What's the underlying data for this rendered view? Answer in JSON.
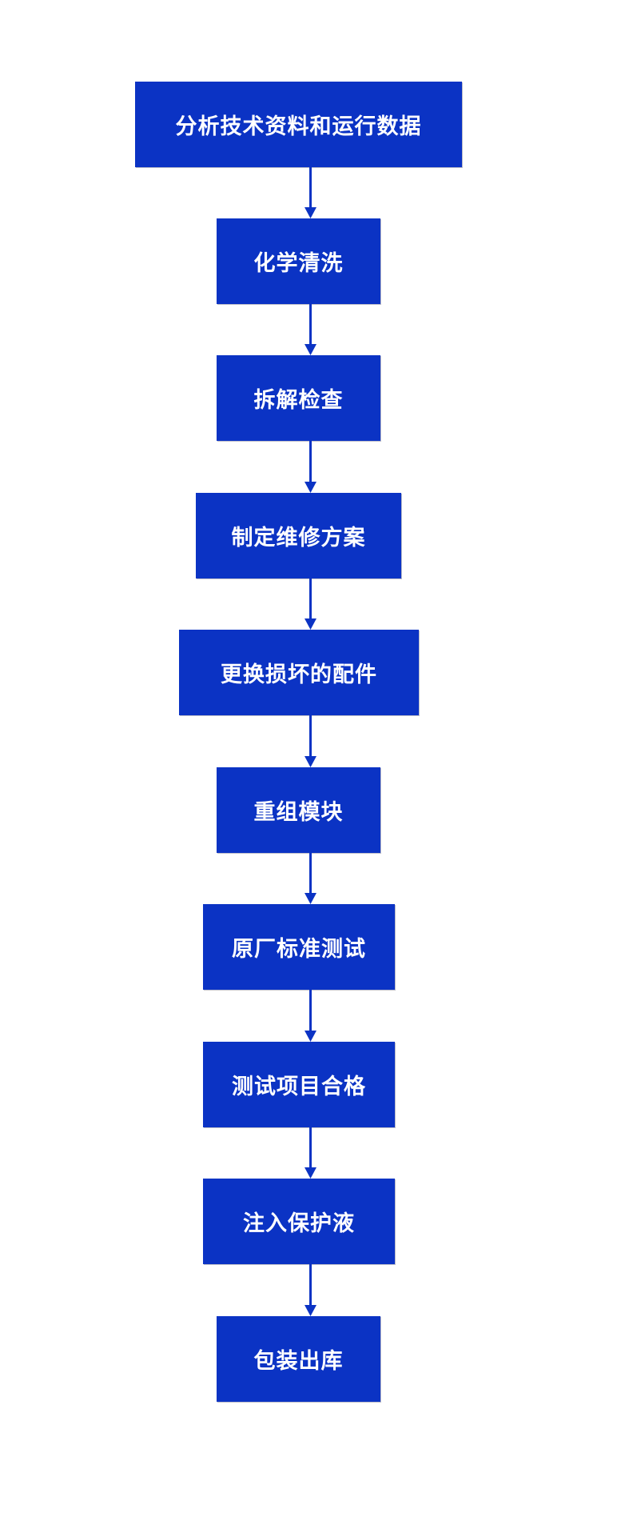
{
  "colors": {
    "box_fill": "#0b33c4",
    "box_text": "#ffffff",
    "arrow": "#0b33c4",
    "background": "#ffffff"
  },
  "flow": {
    "steps": [
      {
        "label": "分析技术资料和运行数据"
      },
      {
        "label": "化学清洗"
      },
      {
        "label": "拆解检查"
      },
      {
        "label": "制定维修方案"
      },
      {
        "label": "更换损坏的配件"
      },
      {
        "label": "重组模块"
      },
      {
        "label": "原厂标准测试"
      },
      {
        "label": "测试项目合格"
      },
      {
        "label": "注入保护液"
      },
      {
        "label": "包装出库"
      }
    ]
  }
}
